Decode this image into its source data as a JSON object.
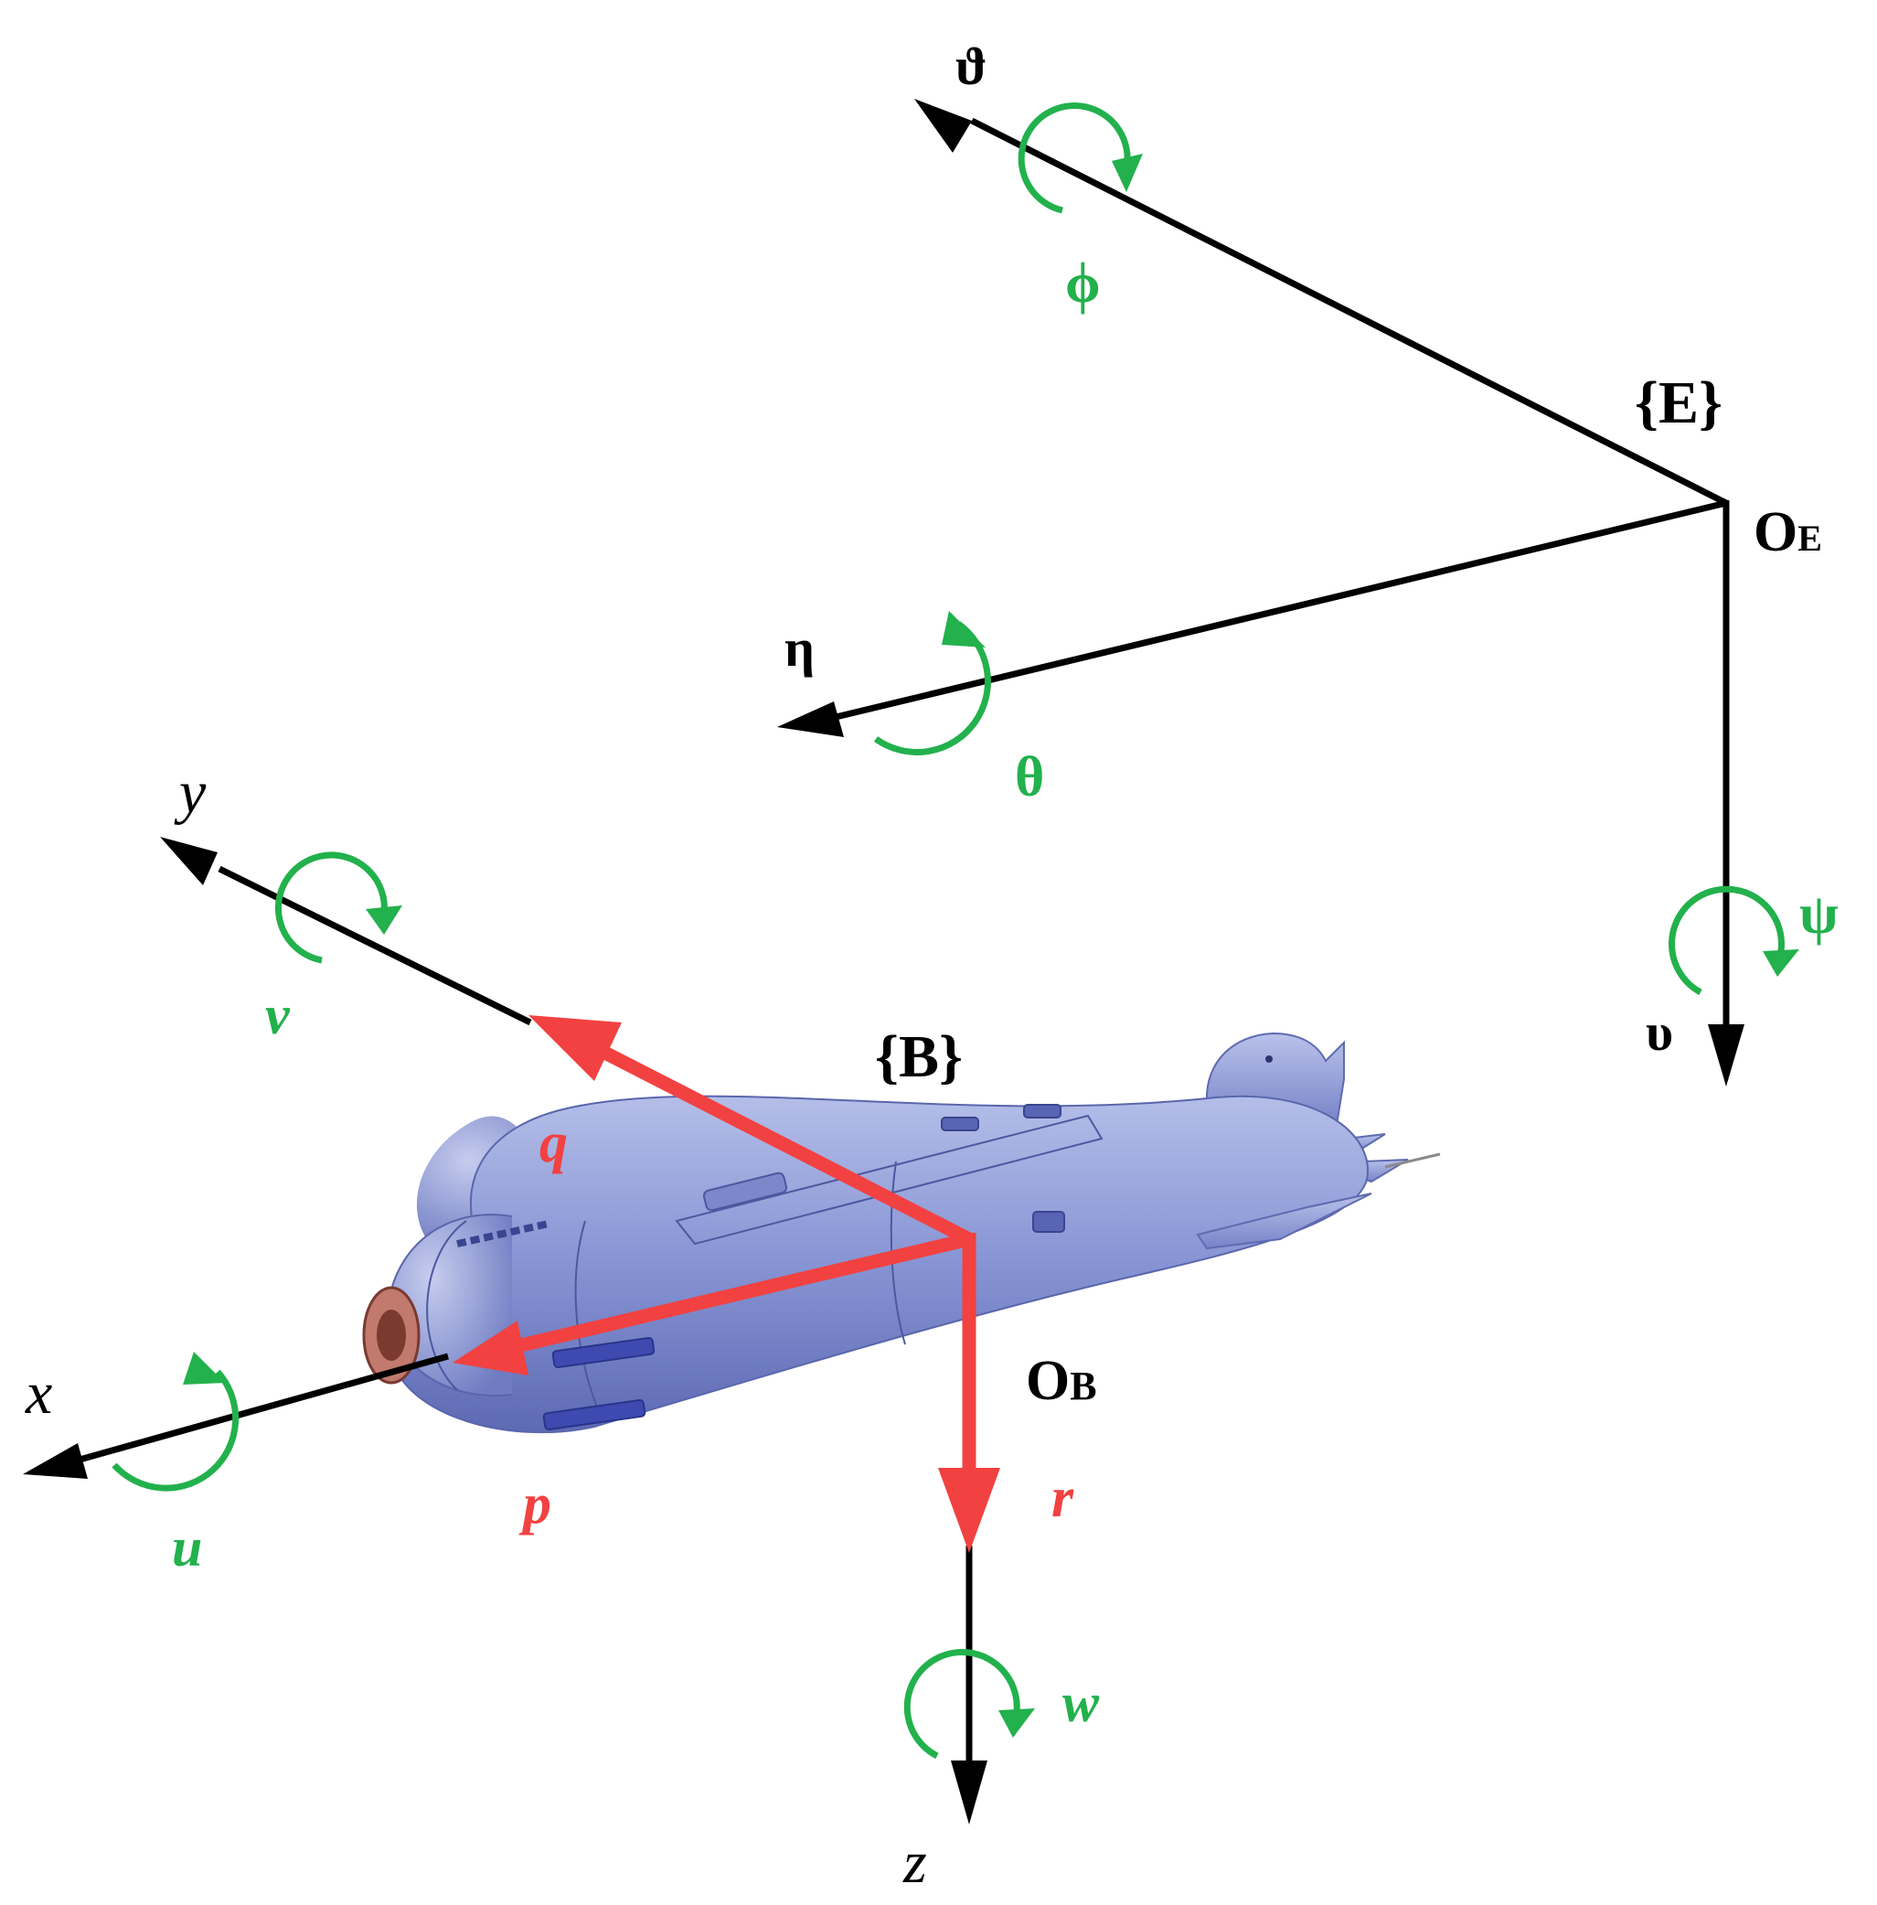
{
  "earth_frame": {
    "frame_label": "{E}",
    "origin_main": "O",
    "origin_sub": "E",
    "axes": {
      "north": "ϑ",
      "east": "η",
      "down": "υ"
    },
    "rotations": {
      "roll": "ϕ",
      "pitch": "θ",
      "yaw": "ψ"
    }
  },
  "body_frame": {
    "frame_label": "{B}",
    "origin_main": "O",
    "origin_sub": "B",
    "axes": {
      "x": "x",
      "y": "y",
      "z": "z"
    },
    "angular_rates": {
      "p": "p",
      "q": "q",
      "r": "r"
    },
    "linear_velocities": {
      "u": "u",
      "v": "v",
      "w": "w"
    }
  },
  "colors": {
    "axis": "#000000",
    "rotation": "#22b14c",
    "angular_rate": "#f24141",
    "hull": "#8794d4"
  },
  "icons": {
    "vehicle": "underwater-glider-icon",
    "rotation_arrow": "circular-arrow-icon"
  }
}
